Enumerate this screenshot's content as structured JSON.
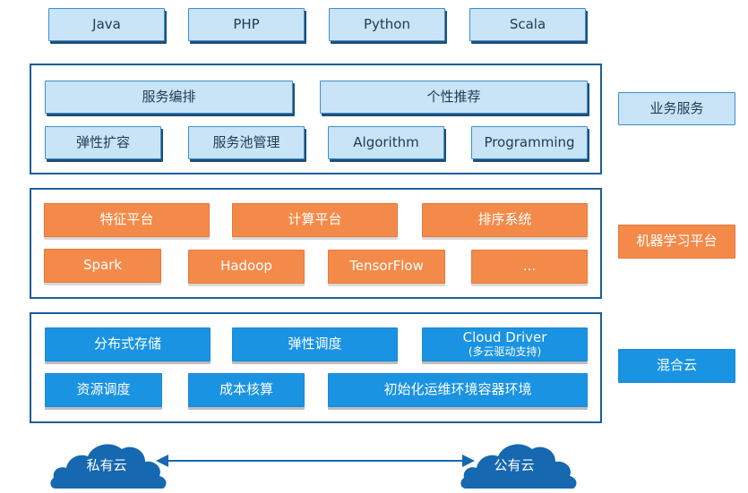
{
  "languages": [
    "Java",
    "PHP",
    "Python",
    "Scala"
  ],
  "business": {
    "items": [
      "服务编排",
      "个性推荐",
      "弹性扩容",
      "服务池管理",
      "Algorithm",
      "Programming"
    ],
    "label": "业务服务"
  },
  "ml_platform": {
    "items": [
      "特征平台",
      "计算平台",
      "排序系统",
      "Spark",
      "Hadoop",
      "TensorFlow",
      "..."
    ],
    "label": "机器学习平台"
  },
  "hybrid_cloud": {
    "items": [
      "分布式存储",
      "弹性调度",
      "资源调度",
      "成本核算",
      "初始化运维环境容器环境"
    ],
    "cloud_driver": {
      "title": "Cloud Driver",
      "subtitle": "(多云驱动支持)"
    },
    "label": "混合云"
  },
  "clouds": {
    "private": "私有云",
    "public": "公有云"
  },
  "colors": {
    "light_blue": "#c9e3f7",
    "frame_blue": "#1d5f99",
    "orange": "#f48a4a",
    "cloud_blue": "#1a93e2",
    "cloud_shape": "#1668b0"
  }
}
